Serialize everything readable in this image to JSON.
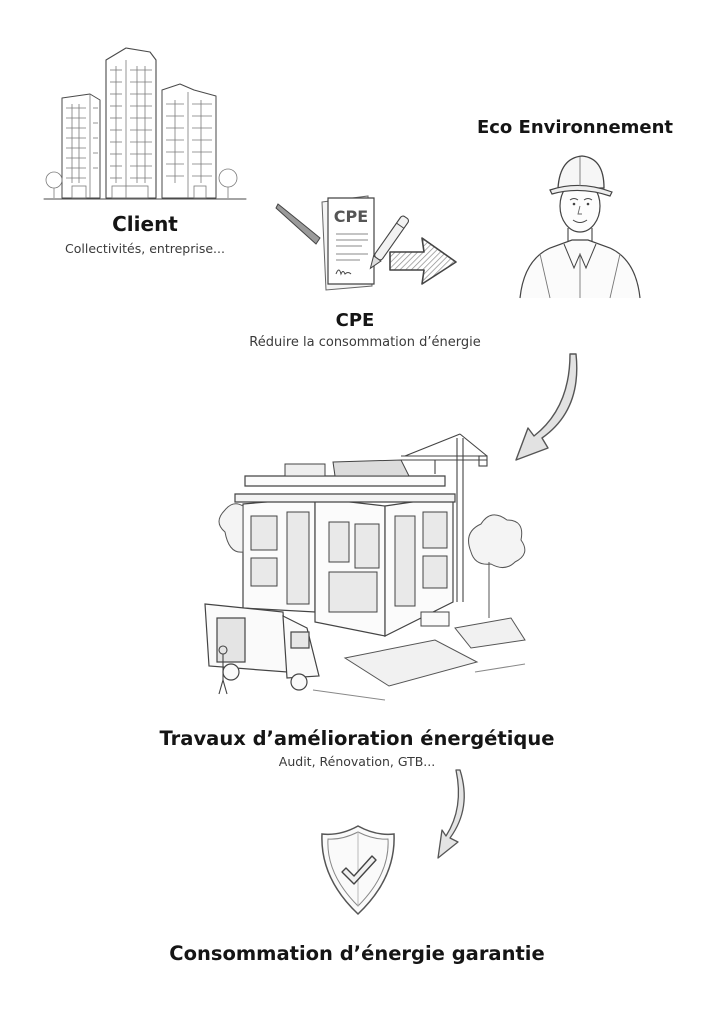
{
  "nodes": {
    "client": {
      "title": "Client",
      "subtitle": "Collectivités, entreprise...",
      "icon": "office-buildings-icon"
    },
    "cpe": {
      "title": "CPE",
      "subtitle": "Réduire la consommation d’énergie",
      "icon": "contract-document-icon",
      "document_label": "CPE"
    },
    "eco": {
      "title": "Eco Environnement",
      "icon": "engineer-hard-hat-icon"
    },
    "travaux": {
      "title": "Travaux d’amélioration énergétique",
      "subtitle": "Audit, Rénovation, GTB...",
      "icon": "building-renovation-site-icon"
    },
    "garantie": {
      "title": "Consommation d’énergie garantie",
      "icon": "shield-check-icon"
    }
  },
  "flow": [
    {
      "from": "client",
      "to": "cpe",
      "icon": "curved-arrow-icon"
    },
    {
      "from": "cpe",
      "to": "eco",
      "icon": "arrow-right-icon"
    },
    {
      "from": "eco",
      "to": "travaux",
      "icon": "curved-arrow-down-left-icon"
    },
    {
      "from": "travaux",
      "to": "garantie",
      "icon": "curved-arrow-down-left-icon"
    }
  ],
  "colors": {
    "background": "#ffffff",
    "text": "#151515",
    "sketch": "#4a4a4a"
  }
}
